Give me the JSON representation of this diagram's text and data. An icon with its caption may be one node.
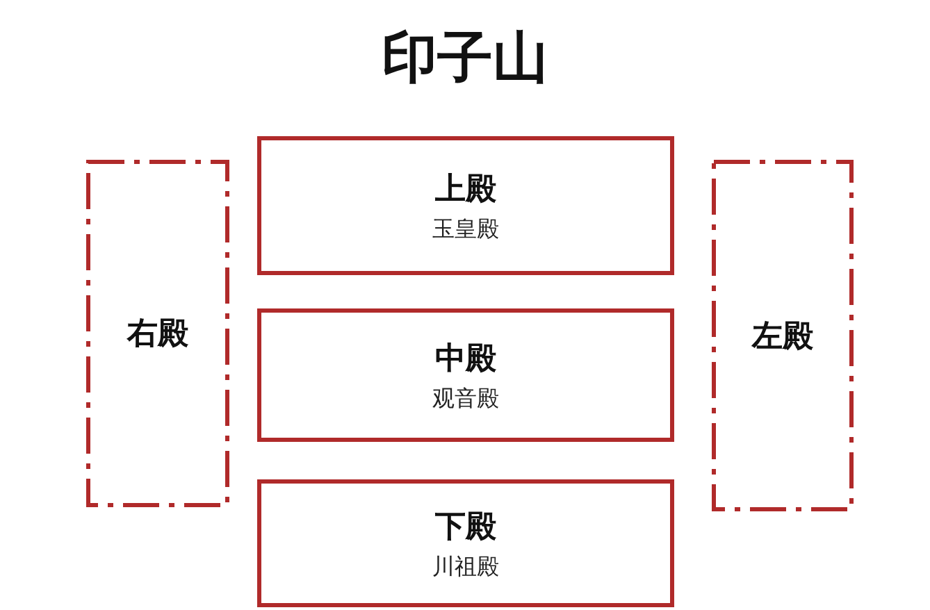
{
  "diagram": {
    "title": "印子山",
    "nodes": [
      {
        "text": [
          "右殿"
        ]
      },
      {
        "text": [
          "上殿",
          "玉皇殿"
        ]
      },
      {
        "text": [
          "中殿",
          "观音殿"
        ]
      },
      {
        "text": [
          "下殿",
          "川祖殿"
        ]
      },
      {
        "text": [
          "左殿"
        ]
      }
    ],
    "edges": []
  }
}
